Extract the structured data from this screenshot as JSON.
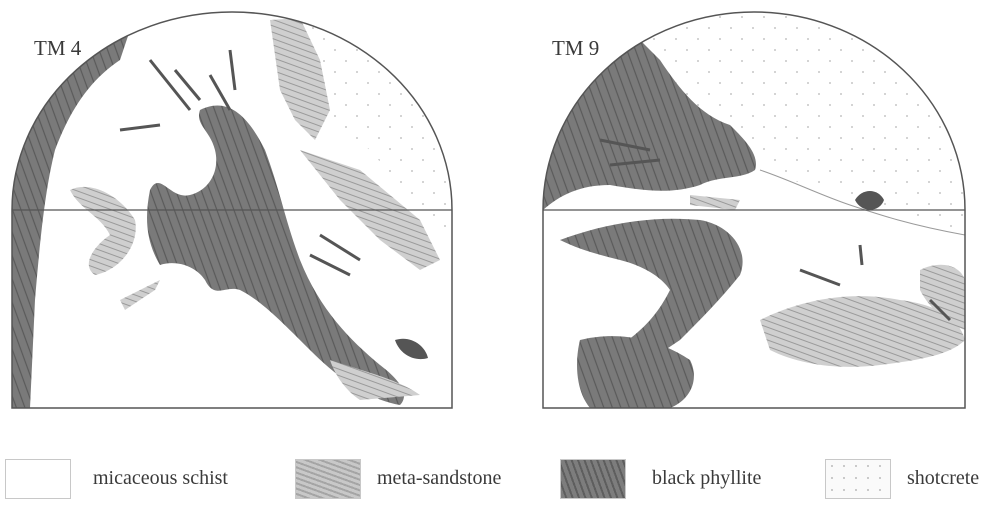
{
  "panels": [
    {
      "id": "left",
      "title": "TM 4"
    },
    {
      "id": "right",
      "title": "TM 9"
    }
  ],
  "legend": [
    {
      "key": "micaceous_schist",
      "label": "micaceous schist",
      "color": "#ffffff"
    },
    {
      "key": "meta_sandstone",
      "label": "meta-sandstone",
      "color": "#c8c8c8"
    },
    {
      "key": "black_phyllite",
      "label": "black phyllite",
      "color": "#7d7d7d"
    },
    {
      "key": "shotcrete",
      "label": "shotcrete",
      "color": "#f2f2f2"
    }
  ],
  "colors": {
    "outline": "#555555",
    "phyllite_dark": "#6e6e6e",
    "sandstone_stroke": "#8a8a8a",
    "shotcrete_dots": "#b5b5b5"
  }
}
